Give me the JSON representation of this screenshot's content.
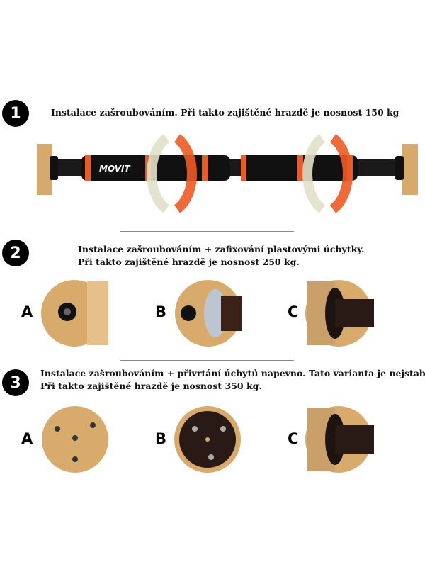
{
  "steps": [
    {
      "number": "1",
      "lines": [
        "Instalace zašroubováním. Při takto zajištěné hrazdě je nosnost 150 kg"
      ]
    },
    {
      "number": "2",
      "lines": [
        "Instalace zašroubováním + zafixování plastovými úchytky.",
        "Při takto zajištěné hrazdě je nosnost 250 kg."
      ],
      "variants": [
        "A",
        "B",
        "C"
      ]
    },
    {
      "number": "3",
      "lines": [
        "Instalace zašroubováním + přivrtání úchytů napevno. Tato varianta je nejstabilnější.",
        "Při takto zajištěné hrazdě je nosnost 350 kg."
      ],
      "variants": [
        "A",
        "B",
        "C"
      ]
    }
  ],
  "brand": "MOVIT",
  "colors": {
    "accent": "#ee5a24",
    "wood": "#d6aa6c",
    "bar": "#111111"
  }
}
